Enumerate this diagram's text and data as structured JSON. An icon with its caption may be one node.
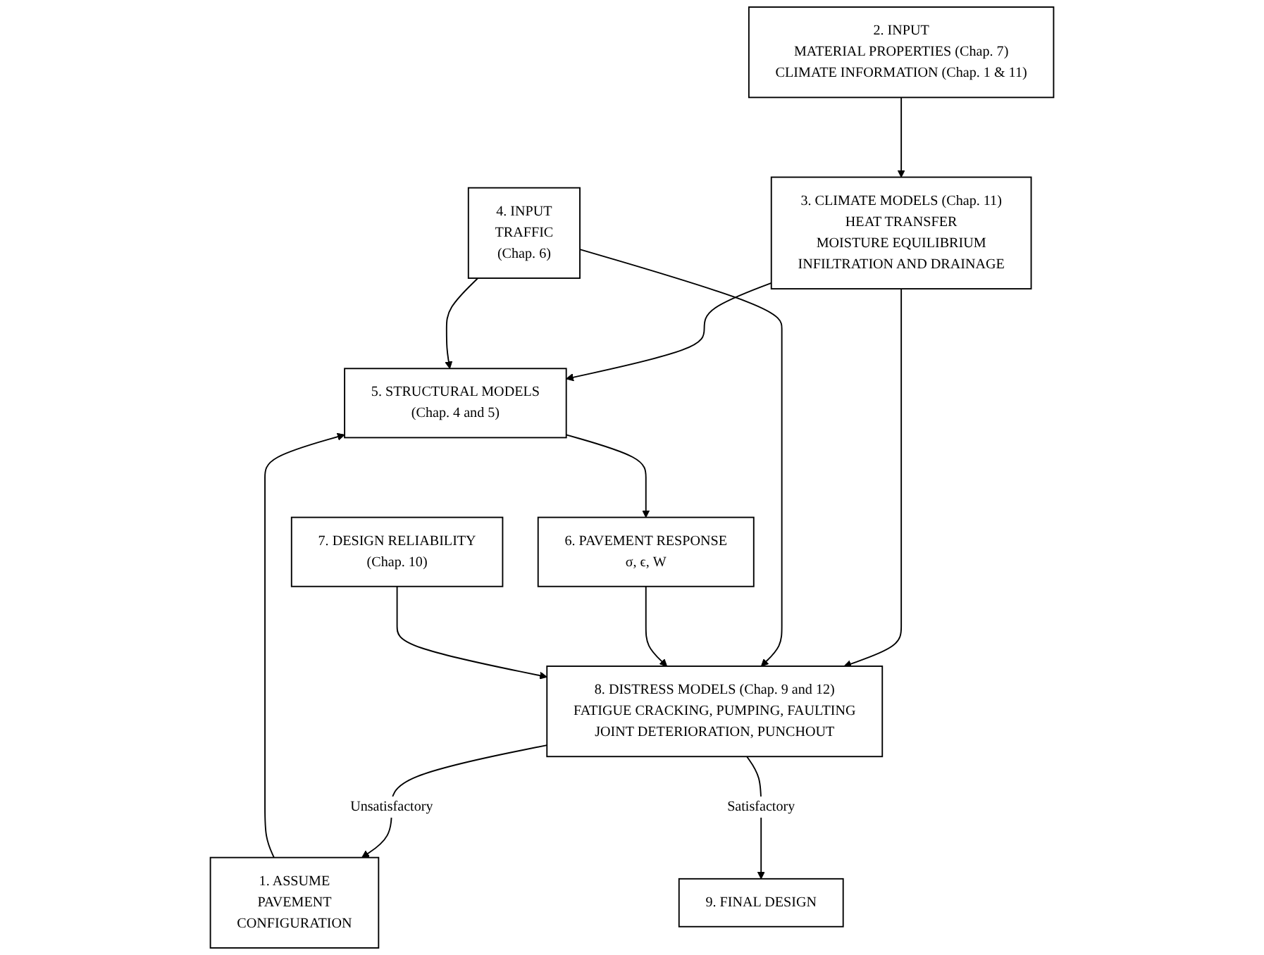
{
  "diagram": {
    "nodes": [
      {
        "text": [
          "2. INPUT",
          "MATERIAL PROPERTIES (Chap. 7)",
          "CLIMATE INFORMATION (Chap. 1 & 11)"
        ]
      },
      {
        "text": [
          "1. ASSUME",
          "PAVEMENT",
          "CONFIGURATION"
        ]
      },
      {
        "text": [
          "3. CLIMATE MODELS (Chap. 11)",
          "HEAT TRANSFER",
          "MOISTURE EQUILIBRIUM",
          "INFILTRATION AND DRAINAGE"
        ]
      },
      {
        "text": [
          "5. STRUCTURAL MODELS",
          "(Chap. 4 and 5)"
        ]
      },
      {
        "text": [
          "4. INPUT",
          "TRAFFIC",
          "(Chap. 6)"
        ]
      },
      {
        "text": [
          "6. PAVEMENT RESPONSE",
          "σ, ϵ, W"
        ]
      },
      {
        "text": [
          "7. DESIGN RELIABILITY",
          "(Chap. 10)"
        ]
      },
      {
        "text": [
          "8. DISTRESS MODELS (Chap. 9 and 12)",
          "FATIGUE CRACKING, PUMPING, FAULTING",
          "JOINT DETERIORATION, PUNCHOUT"
        ]
      },
      {
        "text": [
          "9. FINAL DESIGN"
        ]
      }
    ],
    "edges": [
      {
        "from": 0,
        "to": 2,
        "arrow": "to"
      },
      {
        "from": 1,
        "to": 3,
        "arrow": "to"
      },
      {
        "from": 2,
        "to": 3,
        "arrow": "to"
      },
      {
        "from": 4,
        "to": 3,
        "arrow": "to"
      },
      {
        "from": 3,
        "to": 5,
        "arrow": "to"
      },
      {
        "from": 2,
        "to": 7,
        "arrow": "to"
      },
      {
        "from": 4,
        "to": 7,
        "arrow": "to"
      },
      {
        "from": 5,
        "to": 7,
        "arrow": "to"
      },
      {
        "from": 6,
        "to": 7,
        "arrow": "to"
      },
      {
        "from": 7,
        "to": 1,
        "label": "Unsatisfactory",
        "arrow": "to"
      },
      {
        "from": 7,
        "to": 8,
        "label": "Satisfactory",
        "arrow": "to"
      }
    ]
  }
}
